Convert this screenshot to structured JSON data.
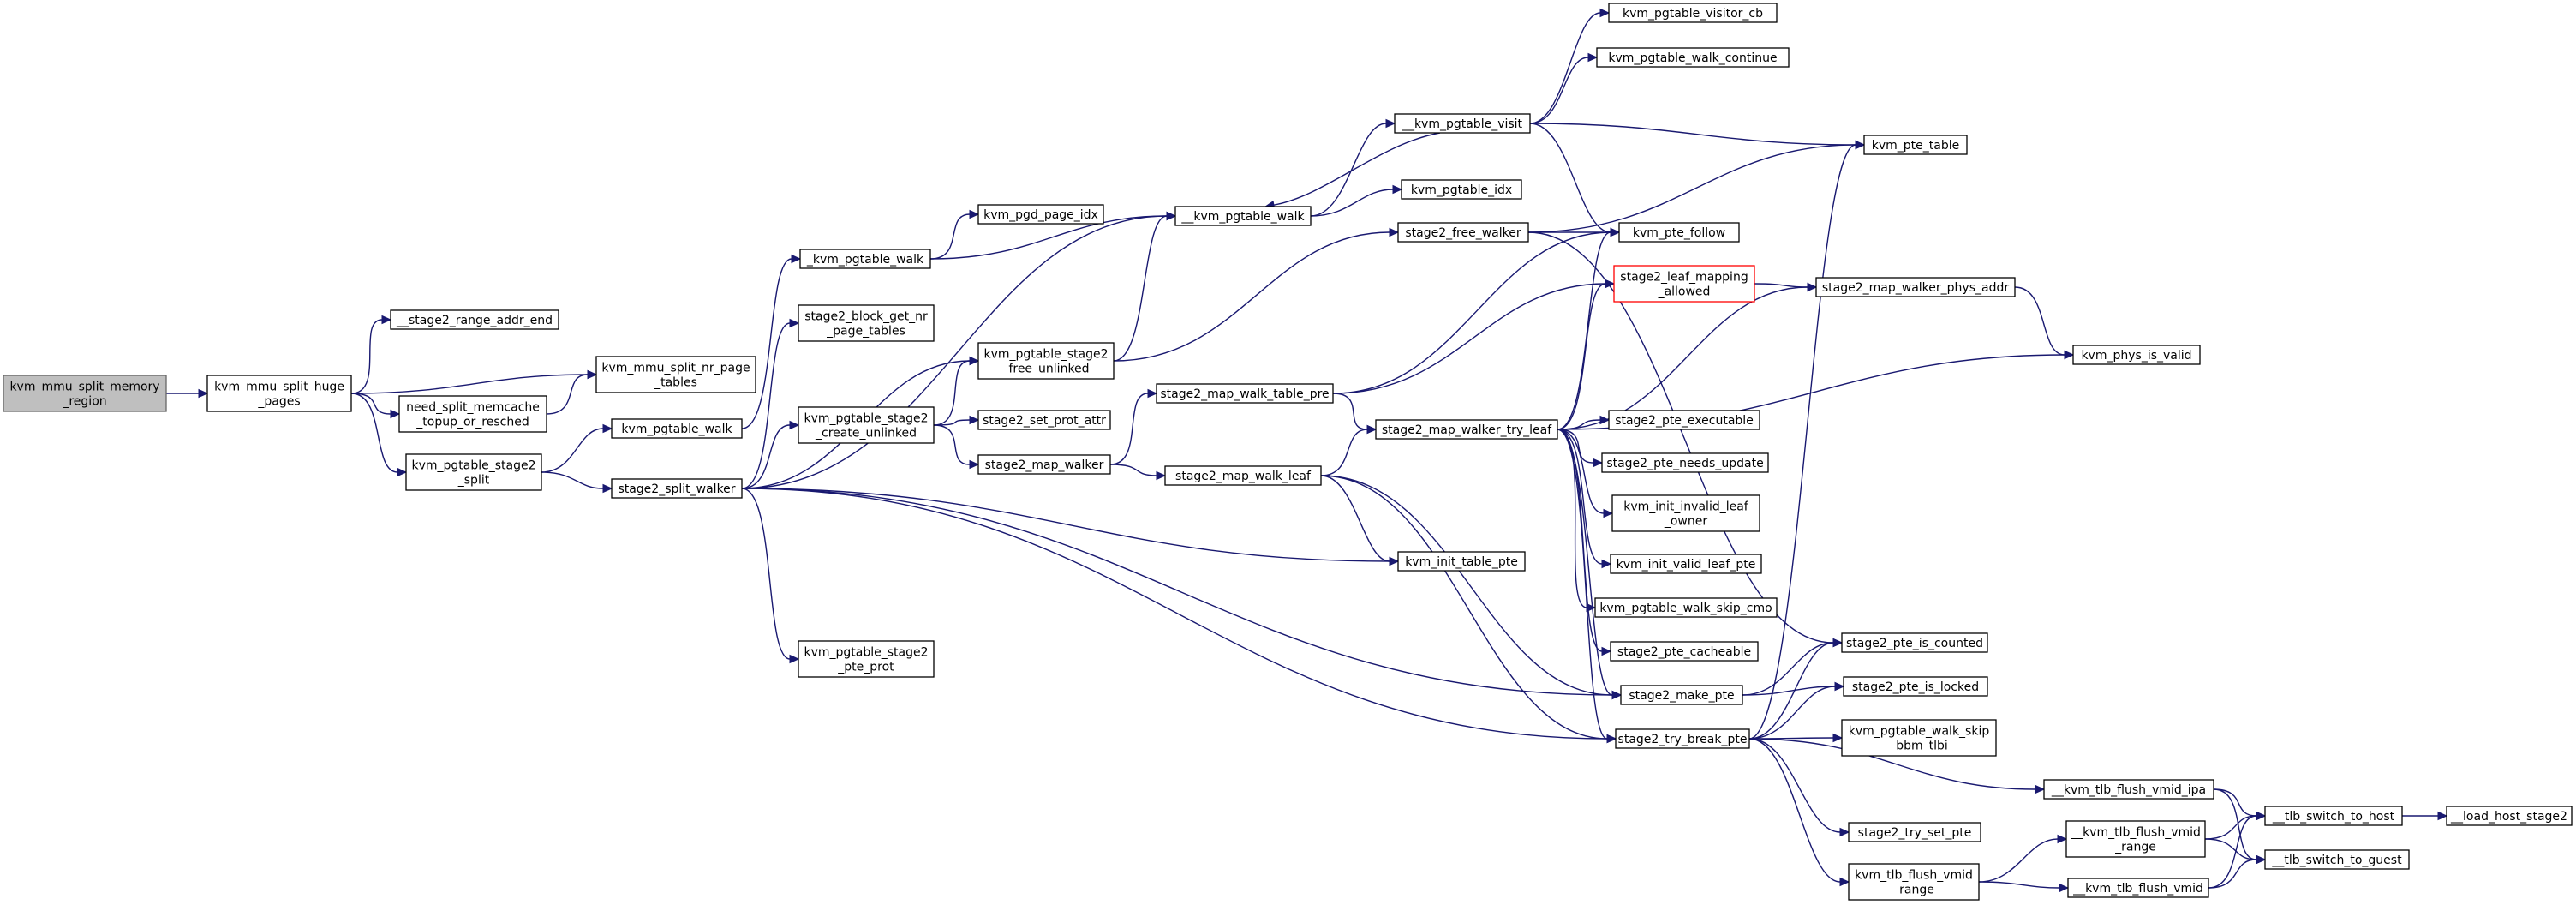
{
  "graph": {
    "title": "",
    "colors": {
      "edge": "#191970",
      "root_fill": "#bfbfbf",
      "node_border": "#000000",
      "highlight_border": "#ff0000"
    },
    "nodes": [
      {
        "id": "n0",
        "lines": [
          "kvm_mmu_split_memory",
          "_region"
        ],
        "style": "root"
      },
      {
        "id": "n1",
        "lines": [
          "kvm_mmu_split_huge",
          "_pages"
        ]
      },
      {
        "id": "n2",
        "lines": [
          "__stage2_range_addr_end"
        ]
      },
      {
        "id": "n3",
        "lines": [
          "kvm_mmu_split_nr_page",
          "_tables"
        ]
      },
      {
        "id": "n4",
        "lines": [
          "need_split_memcache",
          "_topup_or_resched"
        ]
      },
      {
        "id": "n5",
        "lines": [
          "kvm_pgtable_stage2",
          "_split"
        ]
      },
      {
        "id": "n6",
        "lines": [
          "kvm_pgtable_walk"
        ]
      },
      {
        "id": "n7",
        "lines": [
          "stage2_split_walker"
        ]
      },
      {
        "id": "n8",
        "lines": [
          "_kvm_pgtable_walk"
        ]
      },
      {
        "id": "n9",
        "lines": [
          "stage2_block_get_nr",
          "_page_tables"
        ]
      },
      {
        "id": "n10",
        "lines": [
          "kvm_pgtable_stage2",
          "_create_unlinked"
        ]
      },
      {
        "id": "n11",
        "lines": [
          "kvm_pgtable_stage2",
          "_pte_prot"
        ]
      },
      {
        "id": "n12",
        "lines": [
          "kvm_pgd_page_idx"
        ]
      },
      {
        "id": "n13",
        "lines": [
          "__kvm_pgtable_walk"
        ]
      },
      {
        "id": "n14",
        "lines": [
          "kvm_pgtable_stage2",
          "_free_unlinked"
        ]
      },
      {
        "id": "n15",
        "lines": [
          "stage2_set_prot_attr"
        ]
      },
      {
        "id": "n16",
        "lines": [
          "stage2_map_walker"
        ]
      },
      {
        "id": "n17",
        "lines": [
          "stage2_map_walk_table_pre"
        ]
      },
      {
        "id": "n18",
        "lines": [
          "stage2_map_walk_leaf"
        ]
      },
      {
        "id": "n19",
        "lines": [
          "__kvm_pgtable_visit"
        ]
      },
      {
        "id": "n20",
        "lines": [
          "kvm_pgtable_idx"
        ]
      },
      {
        "id": "n21",
        "lines": [
          "stage2_free_walker"
        ]
      },
      {
        "id": "n22",
        "lines": [
          "stage2_map_walker_try_leaf"
        ]
      },
      {
        "id": "n23",
        "lines": [
          "kvm_init_table_pte"
        ]
      },
      {
        "id": "n24",
        "lines": [
          "kvm_pgtable_visitor_cb"
        ]
      },
      {
        "id": "n25",
        "lines": [
          "kvm_pgtable_walk_continue"
        ]
      },
      {
        "id": "n26",
        "lines": [
          "kvm_pte_follow"
        ]
      },
      {
        "id": "n27",
        "lines": [
          "stage2_leaf_mapping",
          "_allowed"
        ],
        "style": "red"
      },
      {
        "id": "n28",
        "lines": [
          "stage2_pte_executable"
        ]
      },
      {
        "id": "n29",
        "lines": [
          "stage2_pte_needs_update"
        ]
      },
      {
        "id": "n30",
        "lines": [
          "kvm_init_invalid_leaf",
          "_owner"
        ]
      },
      {
        "id": "n31",
        "lines": [
          "kvm_init_valid_leaf_pte"
        ]
      },
      {
        "id": "n32",
        "lines": [
          "kvm_pgtable_walk_skip_cmo"
        ]
      },
      {
        "id": "n33",
        "lines": [
          "stage2_pte_cacheable"
        ]
      },
      {
        "id": "n34",
        "lines": [
          "stage2_make_pte"
        ]
      },
      {
        "id": "n35",
        "lines": [
          "stage2_try_break_pte"
        ]
      },
      {
        "id": "n36",
        "lines": [
          "kvm_pte_table"
        ]
      },
      {
        "id": "n37",
        "lines": [
          "stage2_map_walker_phys_addr"
        ]
      },
      {
        "id": "n38",
        "lines": [
          "kvm_phys_is_valid"
        ]
      },
      {
        "id": "n39",
        "lines": [
          "stage2_pte_is_counted"
        ]
      },
      {
        "id": "n40",
        "lines": [
          "stage2_pte_is_locked"
        ]
      },
      {
        "id": "n41",
        "lines": [
          "kvm_pgtable_walk_skip",
          "_bbm_tlbi"
        ]
      },
      {
        "id": "n42",
        "lines": [
          "stage2_try_set_pte"
        ]
      },
      {
        "id": "n43",
        "lines": [
          "kvm_tlb_flush_vmid",
          "_range"
        ]
      },
      {
        "id": "n44",
        "lines": [
          "__kvm_tlb_flush_vmid_ipa"
        ]
      },
      {
        "id": "n45",
        "lines": [
          "__kvm_tlb_flush_vmid",
          "_range"
        ]
      },
      {
        "id": "n46",
        "lines": [
          "__kvm_tlb_flush_vmid"
        ]
      },
      {
        "id": "n47",
        "lines": [
          "__tlb_switch_to_host"
        ]
      },
      {
        "id": "n48",
        "lines": [
          "__tlb_switch_to_guest"
        ]
      },
      {
        "id": "n49",
        "lines": [
          "__load_host_stage2"
        ]
      }
    ],
    "edges": [
      [
        "n0",
        "n1"
      ],
      [
        "n1",
        "n2"
      ],
      [
        "n1",
        "n3"
      ],
      [
        "n1",
        "n4"
      ],
      [
        "n1",
        "n5"
      ],
      [
        "n4",
        "n3"
      ],
      [
        "n5",
        "n6"
      ],
      [
        "n5",
        "n7"
      ],
      [
        "n6",
        "n8"
      ],
      [
        "n7",
        "n9"
      ],
      [
        "n7",
        "n10"
      ],
      [
        "n7",
        "n11"
      ],
      [
        "n7",
        "n14"
      ],
      [
        "n7",
        "n13"
      ],
      [
        "n7",
        "n23"
      ],
      [
        "n7",
        "n34"
      ],
      [
        "n7",
        "n35"
      ],
      [
        "n8",
        "n12"
      ],
      [
        "n8",
        "n13"
      ],
      [
        "n10",
        "n14"
      ],
      [
        "n10",
        "n15"
      ],
      [
        "n10",
        "n16"
      ],
      [
        "n14",
        "n13"
      ],
      [
        "n14",
        "n21"
      ],
      [
        "n16",
        "n17"
      ],
      [
        "n16",
        "n18"
      ],
      [
        "n13",
        "n19"
      ],
      [
        "n13",
        "n20"
      ],
      [
        "n19",
        "n24"
      ],
      [
        "n19",
        "n25"
      ],
      [
        "n19",
        "n36"
      ],
      [
        "n19",
        "n26"
      ],
      [
        "n19",
        "n13"
      ],
      [
        "n21",
        "n26"
      ],
      [
        "n21",
        "n36"
      ],
      [
        "n21",
        "n39"
      ],
      [
        "n17",
        "n26"
      ],
      [
        "n17",
        "n27"
      ],
      [
        "n17",
        "n22"
      ],
      [
        "n18",
        "n22"
      ],
      [
        "n18",
        "n23"
      ],
      [
        "n18",
        "n34"
      ],
      [
        "n18",
        "n35"
      ],
      [
        "n22",
        "n27"
      ],
      [
        "n22",
        "n37"
      ],
      [
        "n22",
        "n38"
      ],
      [
        "n22",
        "n28"
      ],
      [
        "n22",
        "n29"
      ],
      [
        "n22",
        "n30"
      ],
      [
        "n22",
        "n31"
      ],
      [
        "n22",
        "n32"
      ],
      [
        "n22",
        "n33"
      ],
      [
        "n22",
        "n34"
      ],
      [
        "n22",
        "n35"
      ],
      [
        "n22",
        "n26"
      ],
      [
        "n27",
        "n37"
      ],
      [
        "n37",
        "n38"
      ],
      [
        "n34",
        "n39"
      ],
      [
        "n34",
        "n40"
      ],
      [
        "n35",
        "n39"
      ],
      [
        "n35",
        "n40"
      ],
      [
        "n35",
        "n41"
      ],
      [
        "n35",
        "n42"
      ],
      [
        "n35",
        "n43"
      ],
      [
        "n35",
        "n44"
      ],
      [
        "n35",
        "n36"
      ],
      [
        "n43",
        "n45"
      ],
      [
        "n43",
        "n46"
      ],
      [
        "n44",
        "n47"
      ],
      [
        "n44",
        "n48"
      ],
      [
        "n45",
        "n47"
      ],
      [
        "n45",
        "n48"
      ],
      [
        "n46",
        "n47"
      ],
      [
        "n46",
        "n48"
      ],
      [
        "n47",
        "n49"
      ]
    ]
  }
}
